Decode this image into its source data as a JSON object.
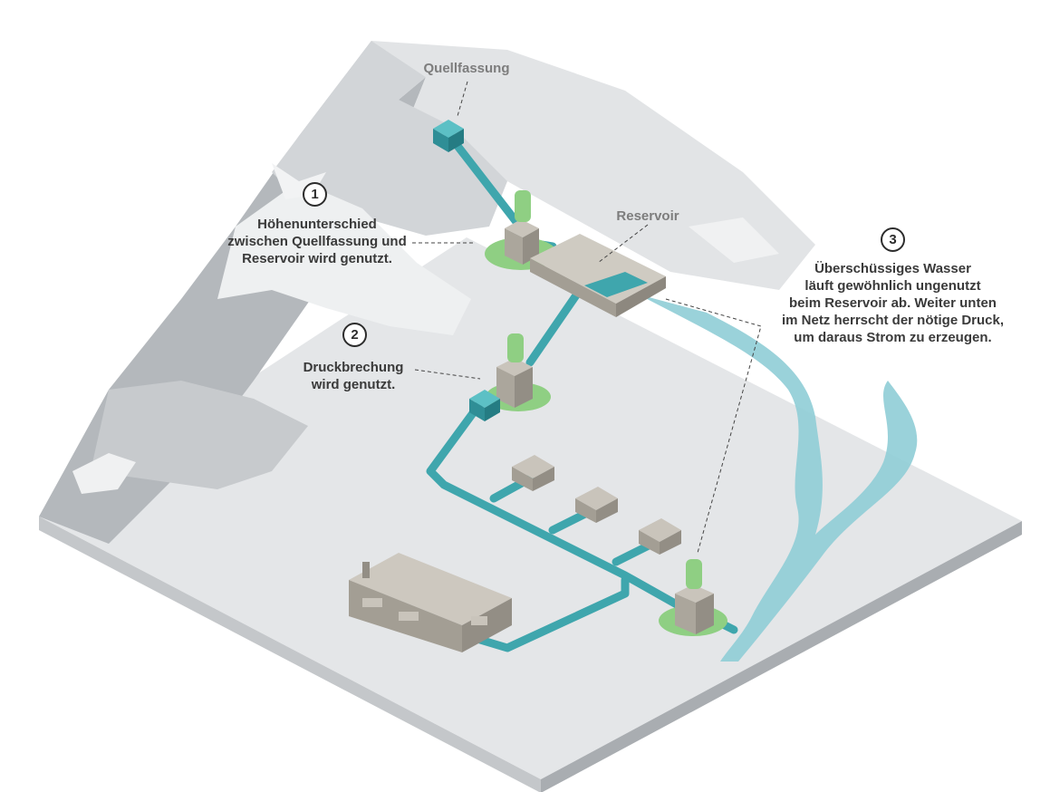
{
  "labels": {
    "spring_intake": "Quellfassung",
    "reservoir": "Reservoir"
  },
  "callouts": [
    {
      "number": "1",
      "lines": [
        "Höhenunterschied",
        "zwischen Quellfassung und",
        "Reservoir wird genutzt."
      ]
    },
    {
      "number": "2",
      "lines": [
        "Druckbrechung",
        "wird genutzt."
      ]
    },
    {
      "number": "3",
      "lines": [
        "Überschüssiges Wasser",
        "läuft gewöhnlich ungenutzt",
        "beim Reservoir ab. Weiter unten",
        "im Netz herrscht der nötige Druck,",
        "um daraus Strom zu erzeugen."
      ]
    }
  ],
  "colors": {
    "pipe": "#3fa6ad",
    "water": "#8fcdd6",
    "turbine_pad": "#8fcf83",
    "generator": "#8fcf83",
    "building": "#bdb8ae",
    "mountain_shadow": "#b7bbbf",
    "snow": "#e9ebed"
  }
}
